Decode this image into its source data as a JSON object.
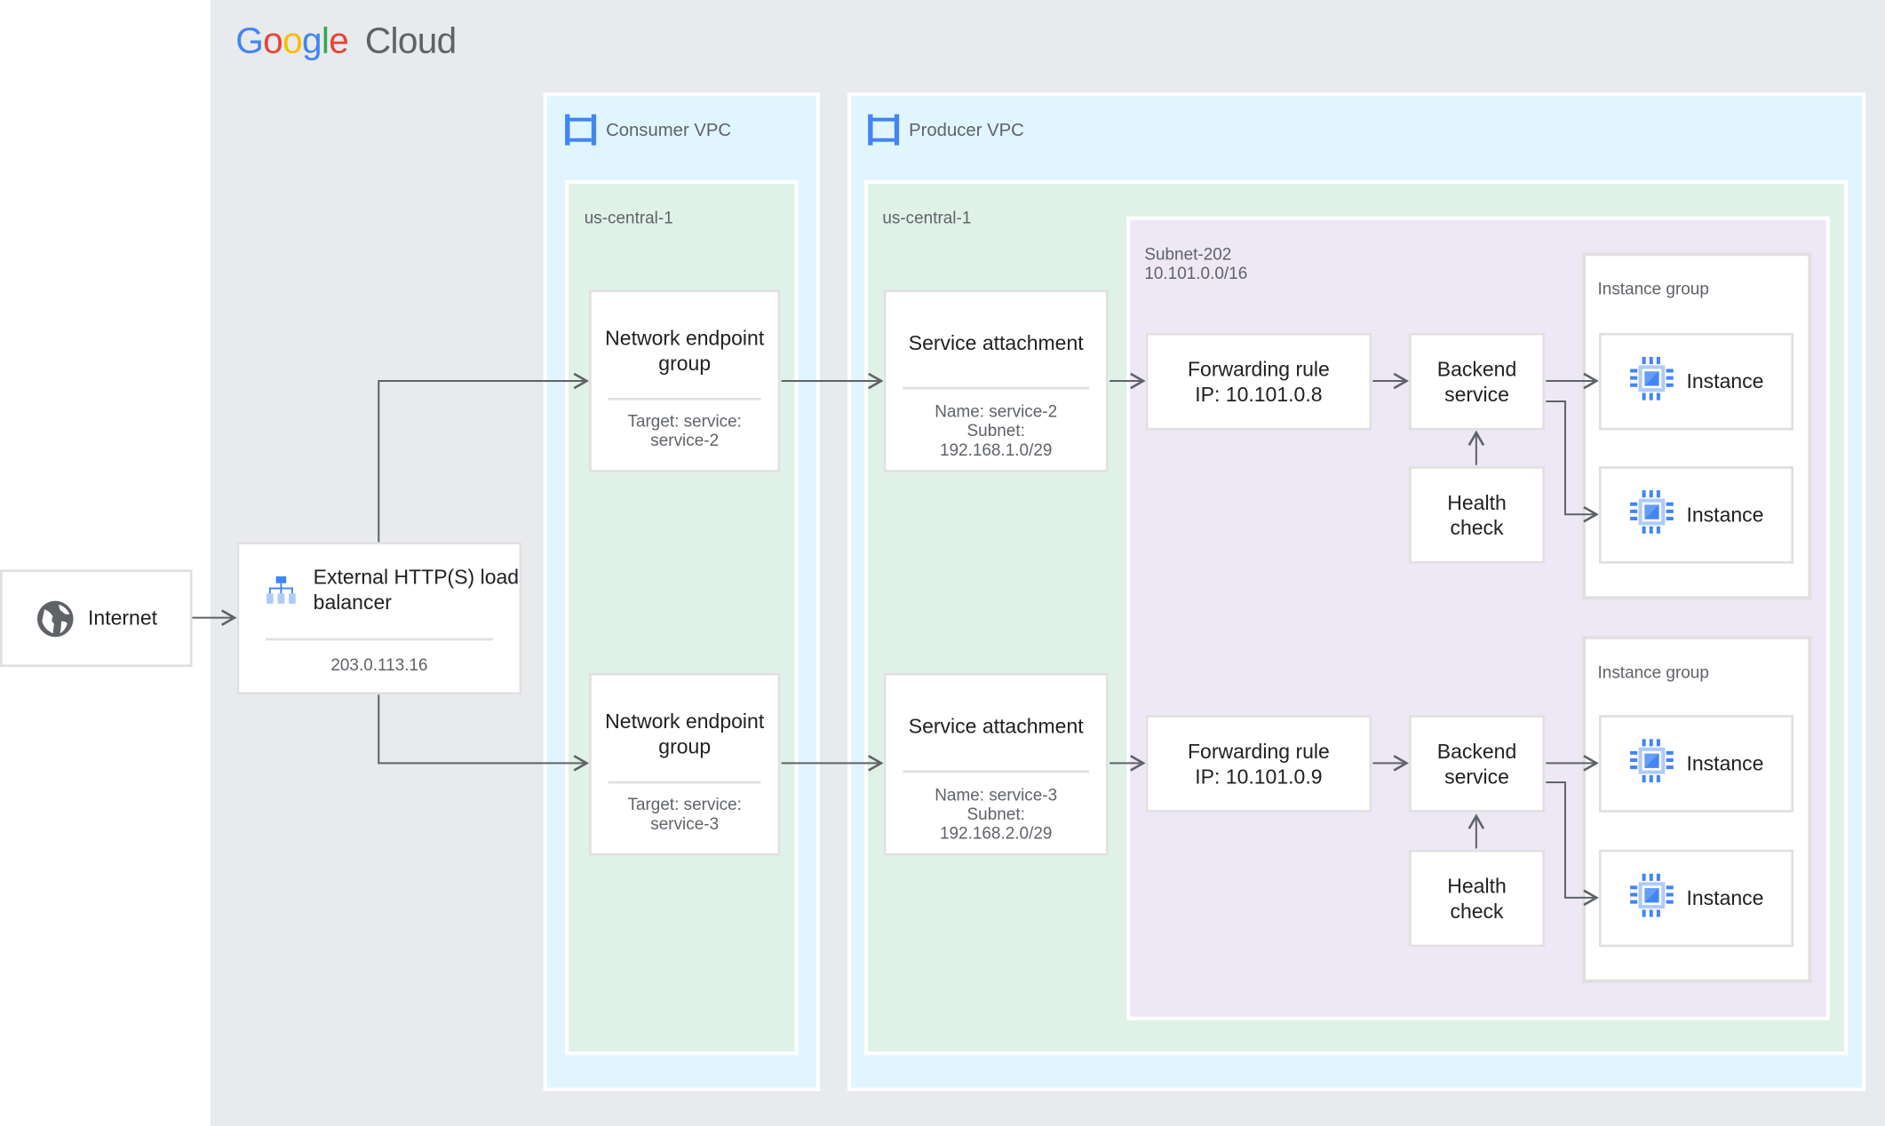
{
  "logo": {
    "text": "Google Cloud",
    "letters": [
      "G",
      "o",
      "o",
      "g",
      "l",
      "e"
    ],
    "colors": [
      "#4285f4",
      "#ea4335",
      "#fbbc04",
      "#4285f4",
      "#34a853",
      "#ea4335"
    ],
    "cloud": "Cloud"
  },
  "colors": {
    "gcp_bg": "#e8eaed",
    "vpc_bg": "#e1f5fe",
    "region_bg": "#e0f1e8",
    "subnet_bg": "#ede7f6",
    "icon_blue": "#4285f4",
    "wire": "#5f6368"
  },
  "internet": {
    "label": "Internet",
    "icon": "globe-icon"
  },
  "load_balancer": {
    "title": "External HTTP(S) load balancer",
    "ip": "203.0.113.16",
    "icon": "load-balancer-icon"
  },
  "consumer_vpc": {
    "label": "Consumer VPC",
    "icon": "vpc-icon",
    "region": "us-central-1",
    "negs": [
      {
        "title": "Network endpoint group",
        "detail": "Target: service: service-2"
      },
      {
        "title": "Network endpoint group",
        "detail": "Target: service: service-3"
      }
    ]
  },
  "producer_vpc": {
    "label": "Producer VPC",
    "icon": "vpc-icon",
    "region": "us-central-1",
    "subnet": {
      "name": "Subnet-202",
      "cidr": "10.101.0.0/16"
    },
    "attachments": [
      {
        "title": "Service attachment",
        "name": "Name: service-2",
        "subnet_label": "Subnet:",
        "subnet": "192.168.1.0/29"
      },
      {
        "title": "Service attachment",
        "name": "Name: service-3",
        "subnet_label": "Subnet:",
        "subnet": "192.168.2.0/29"
      }
    ],
    "rows": [
      {
        "forwarding_rule": "Forwarding rule",
        "ip": "IP: 10.101.0.8",
        "backend": "Backend service",
        "health": "Health check",
        "group_label": "Instance group",
        "instances": [
          "Instance",
          "Instance"
        ]
      },
      {
        "forwarding_rule": "Forwarding rule",
        "ip": "IP: 10.101.0.9",
        "backend": "Backend service",
        "health": "Health check",
        "group_label": "Instance group",
        "instances": [
          "Instance",
          "Instance"
        ]
      }
    ]
  }
}
